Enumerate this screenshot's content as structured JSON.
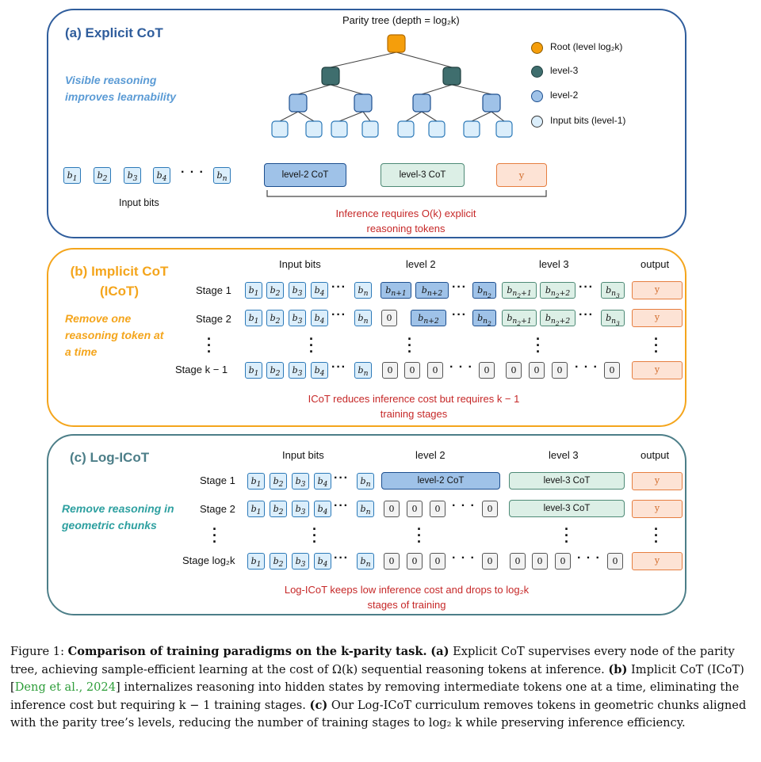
{
  "panel_a": {
    "title": "(a) Explicit CoT",
    "note": "Visible reasoning improves learnability",
    "tree_title": "Parity tree (depth = log₂k)",
    "legend": [
      "Root (level log₂k)",
      "level-3",
      "level-2",
      "Input bits (level-1)"
    ],
    "input_tokens": [
      "b1",
      "b2",
      "b3",
      "b4",
      "bn"
    ],
    "input_label": "Input bits",
    "cot_boxes": [
      "level-2 CoT",
      "level-3 CoT",
      "y"
    ],
    "inference_note": "Inference requires O(k) explicit reasoning tokens"
  },
  "panel_b": {
    "title": "(b) Implicit CoT (ICoT)",
    "note": "Remove one reasoning token at a time",
    "headers": [
      "Input bits",
      "level 2",
      "level 3",
      "output"
    ],
    "stages": [
      "Stage 1",
      "Stage 2",
      "Stage k − 1"
    ],
    "input_tokens": [
      "b1",
      "b2",
      "b3",
      "b4",
      "bn"
    ],
    "stage1_l2": [
      "bn+1",
      "bn+2",
      "bn2"
    ],
    "stage1_l3": [
      "bn2+1",
      "bn2+2",
      "bn3"
    ],
    "stage2_l2": [
      "0",
      "bn+2",
      "bn2"
    ],
    "zero": "0",
    "output": "y",
    "footer": "ICoT reduces inference cost but requires k − 1 training stages"
  },
  "panel_c": {
    "title": "(c) Log-ICoT",
    "note": "Remove reasoning in geometric chunks",
    "headers": [
      "Input bits",
      "level 2",
      "level 3",
      "output"
    ],
    "stages": [
      "Stage 1",
      "Stage 2",
      "Stage log₂k"
    ],
    "l2_bar": "level-2 CoT",
    "l3_bar": "level-3 CoT",
    "zero": "0",
    "output": "y",
    "footer": "Log-ICoT keeps low inference cost and drops to log₂k stages of training"
  },
  "caption": {
    "label": "Figure 1:",
    "bold_title": "Comparison of training paradigms on the k-parity task.",
    "part_a_tag": "(a)",
    "part_a": "Explicit CoT supervises every node of the parity tree, achieving sample-efficient learning at the cost of Ω(k) sequential reasoning tokens at inference.",
    "part_b_tag": "(b)",
    "part_b_pre": "Implicit CoT (ICoT) [",
    "cite": "Deng et al., 2024",
    "part_b_post": "] internalizes reasoning into hidden states by removing intermediate tokens one at a time, eliminating the inference cost but requiring k − 1 training stages.",
    "part_c_tag": "(c)",
    "part_c": "Our Log-ICoT curriculum removes tokens in geometric chunks aligned with the parity tree’s levels, reducing the number of training stages to log₂ k while preserving inference efficiency."
  },
  "colors": {
    "panel_a": "#2f5d9c",
    "panel_b": "#f4a51c",
    "panel_c": "#4c7e88",
    "root": "#f59e0b",
    "level3": "#3f6e6e",
    "level2": "#9fc2e8",
    "input": "#dbeefb",
    "red": "#c62828"
  }
}
